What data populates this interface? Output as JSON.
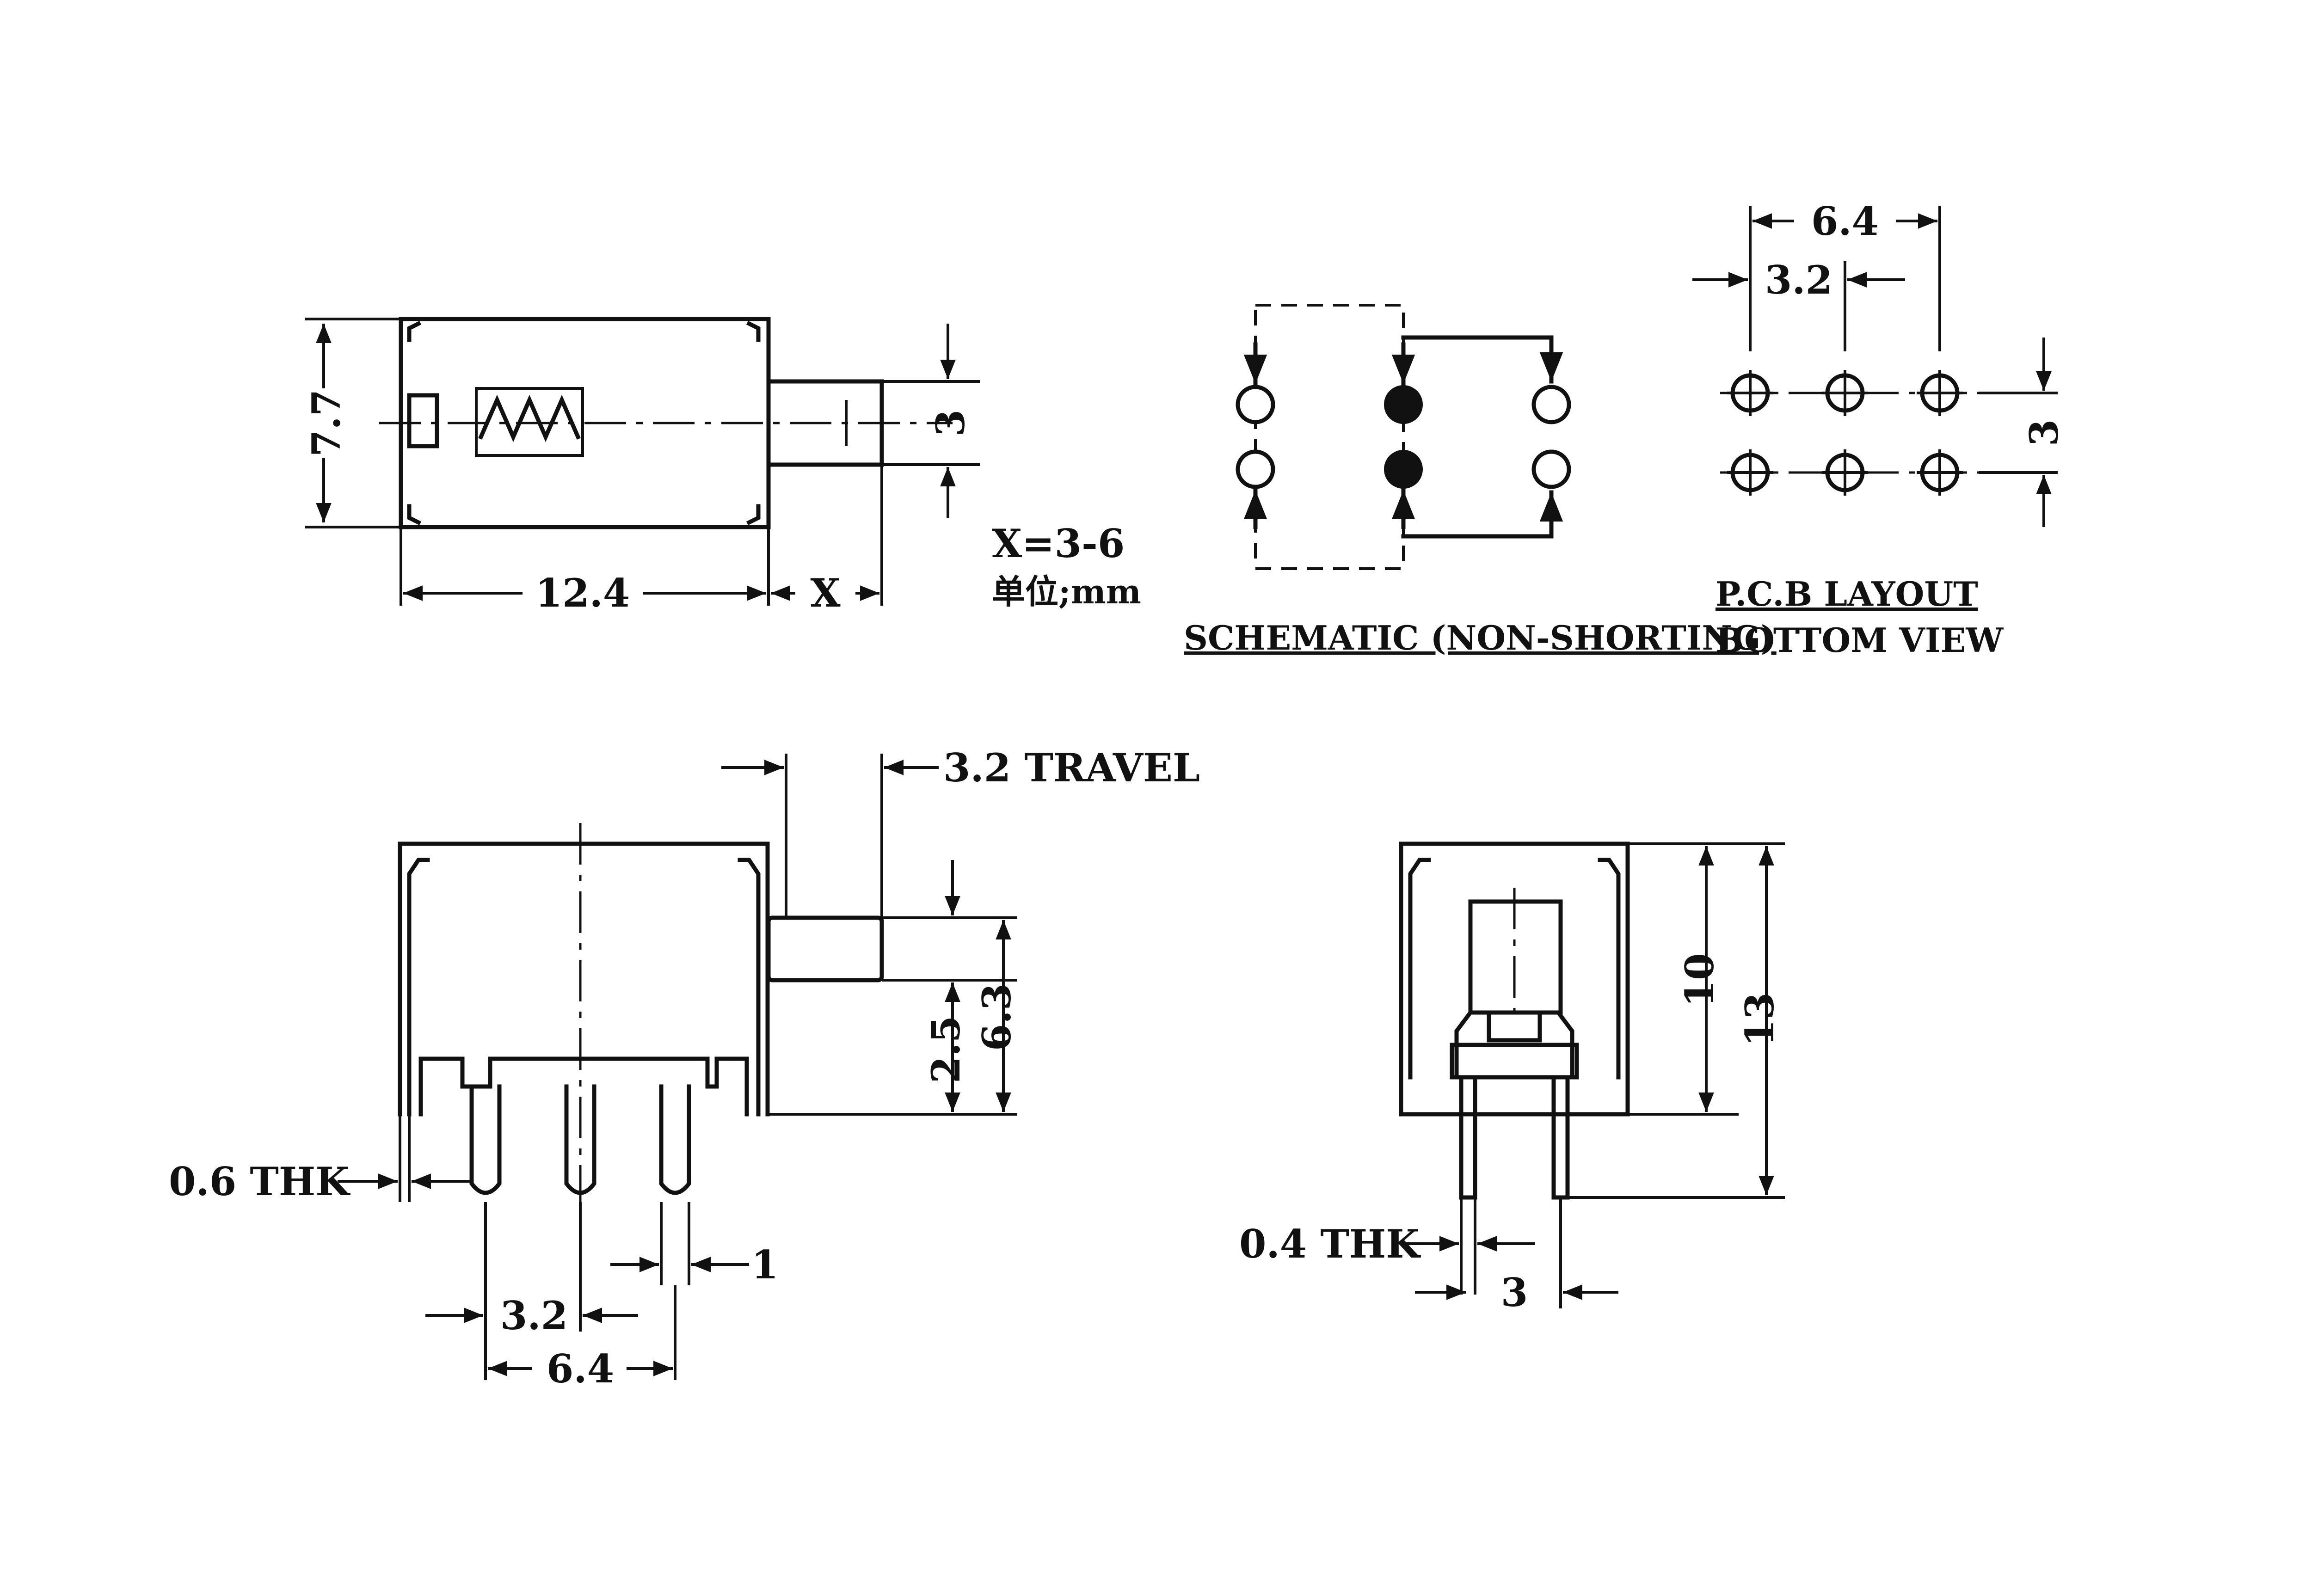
{
  "top_view": {
    "height_dim": "7.7",
    "stem_dim": "3",
    "length_dim": "12.4",
    "stroke_dim": "X",
    "stroke_range": "X=3-6",
    "unit_note": "单位;mm"
  },
  "schematic": {
    "caption": "SCHEMATIC (NON-SHORTING)"
  },
  "pcb_layout": {
    "outer_pitch": "6.4",
    "inner_pitch": "3.2",
    "row_pitch": "3",
    "title": "P.C.B LAYOUT",
    "subtitle": "BOTTOM VIEW"
  },
  "side_view": {
    "travel_label": "3.2 TRAVEL",
    "stem_height": "2.5",
    "overall_stem_height": "6.3",
    "thickness_label": "0.6 THK",
    "pin_width": "1",
    "inner_pitch": "3.2",
    "outer_pitch": "6.4"
  },
  "end_view": {
    "body_height": "10",
    "overall_height": "13",
    "thickness_label": "0.4 THK",
    "pin_pitch": "3"
  }
}
